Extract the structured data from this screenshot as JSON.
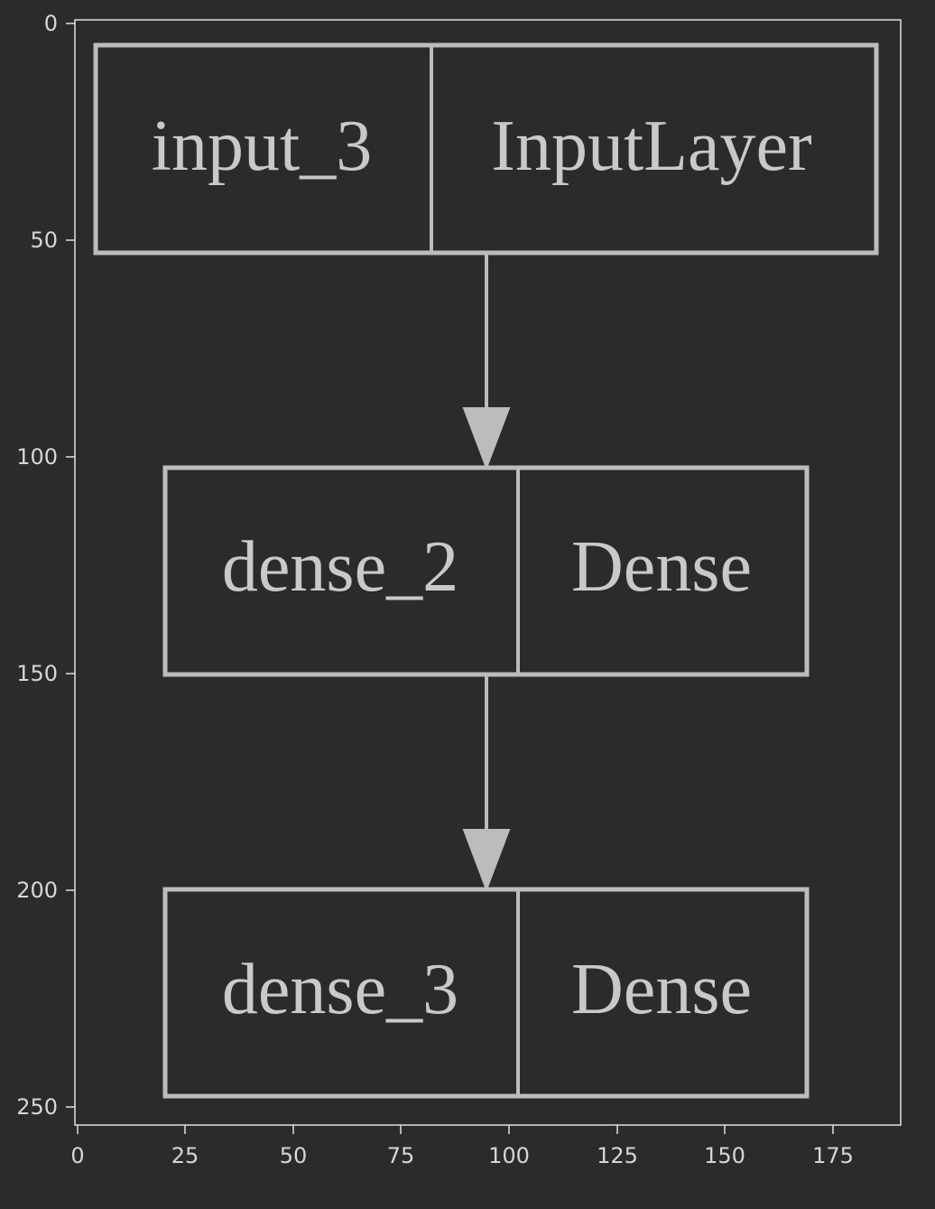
{
  "colors": {
    "background": "#2b2b2b",
    "foreground": "#c9c9c9",
    "box_stroke": "#bcbcbc",
    "axis_text": "#d6d6d6"
  },
  "axes": {
    "x_ticks": [
      "0",
      "25",
      "50",
      "75",
      "100",
      "125",
      "150",
      "175"
    ],
    "y_ticks": [
      "0",
      "50",
      "100",
      "150",
      "200",
      "250"
    ]
  },
  "diagram": {
    "nodes": [
      {
        "name": "input_3",
        "type": "InputLayer"
      },
      {
        "name": "dense_2",
        "type": "Dense"
      },
      {
        "name": "dense_3",
        "type": "Dense"
      }
    ],
    "edges": [
      {
        "from": "input_3",
        "to": "dense_2"
      },
      {
        "from": "dense_2",
        "to": "dense_3"
      }
    ]
  }
}
